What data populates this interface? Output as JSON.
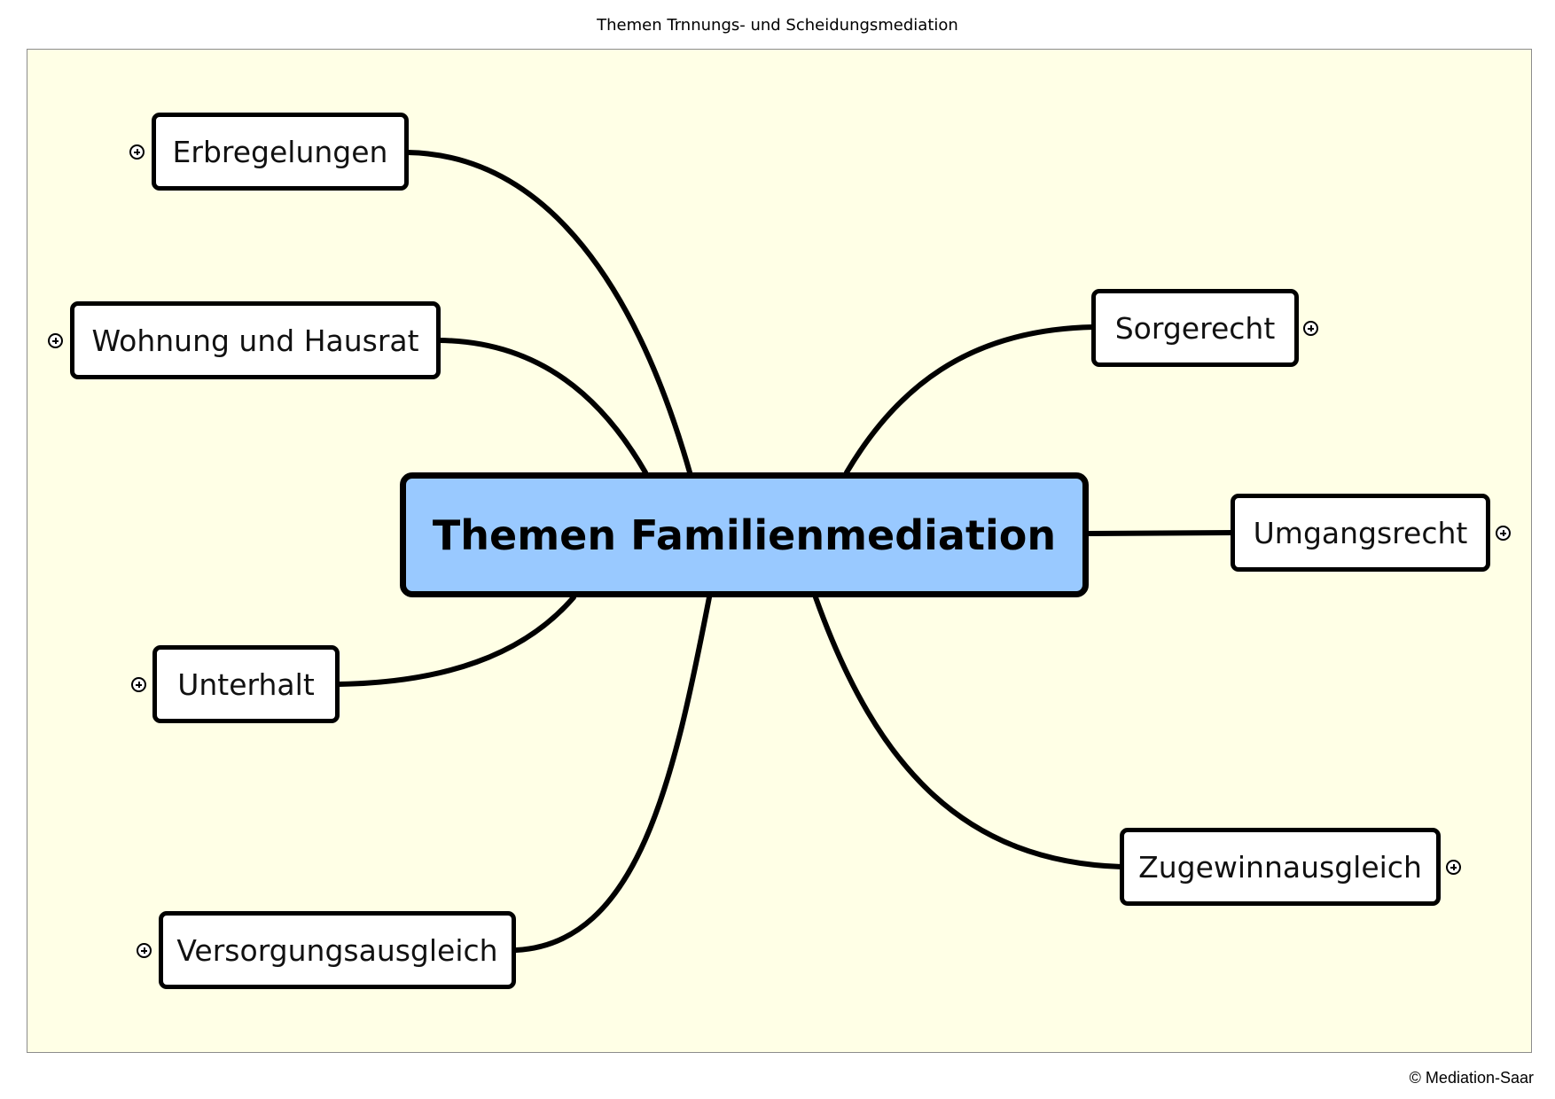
{
  "page_title": "Themen Trnnungs- und Scheidungsmediation",
  "central_topic": "Themen Familienmediation",
  "topics": {
    "erbregelungen": "Erbregelungen",
    "wohnung": "Wohnung und Hausrat",
    "unterhalt": "Unterhalt",
    "versorgung": "Versorgungsausgleich",
    "sorgerecht": "Sorgerecht",
    "umgangsrecht": "Umgangsrecht",
    "zugewinn": "Zugewinnausgleich"
  },
  "expand_icon": "plus-circle-icon",
  "colors": {
    "canvas_background": "#ffffe6",
    "central_fill": "#99c9ff",
    "node_fill": "#ffffff",
    "line": "#000000"
  },
  "footer": {
    "copyright": "© Mediation-Saar"
  }
}
